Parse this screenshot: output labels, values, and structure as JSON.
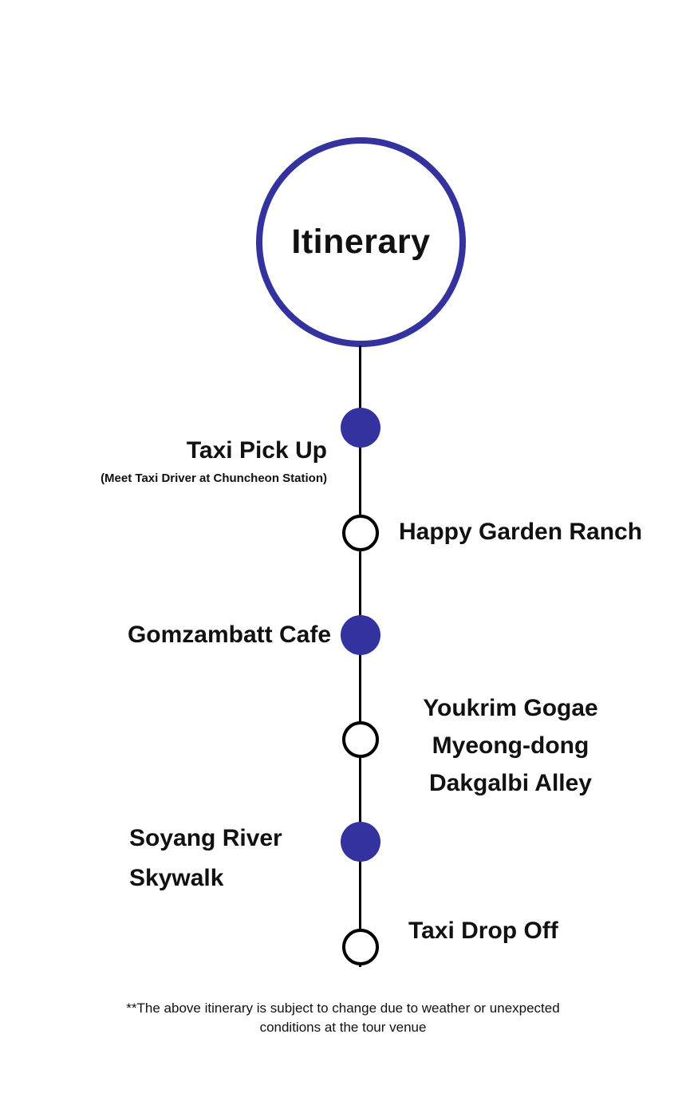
{
  "title": "Itinerary",
  "colors": {
    "accent": "#34329f",
    "line": "#000000"
  },
  "stops": [
    {
      "label": "Taxi Pick Up",
      "sublabel": "(Meet Taxi Driver at Chuncheon Station)",
      "side": "left",
      "marker": "filled"
    },
    {
      "label": "Happy Garden Ranch",
      "side": "right",
      "marker": "open"
    },
    {
      "label": "Gomzambatt Cafe",
      "side": "left",
      "marker": "filled"
    },
    {
      "label": "Youkrim Gogae\nMyeong-dong\nDakgalbi Alley",
      "side": "right",
      "marker": "open"
    },
    {
      "label": "Soyang River\nSkywalk",
      "side": "left",
      "marker": "filled"
    },
    {
      "label": "Taxi Drop Off",
      "side": "right",
      "marker": "open"
    }
  ],
  "footer": "**The above itinerary is subject to change due to weather or unexpected\nconditions at the tour venue"
}
